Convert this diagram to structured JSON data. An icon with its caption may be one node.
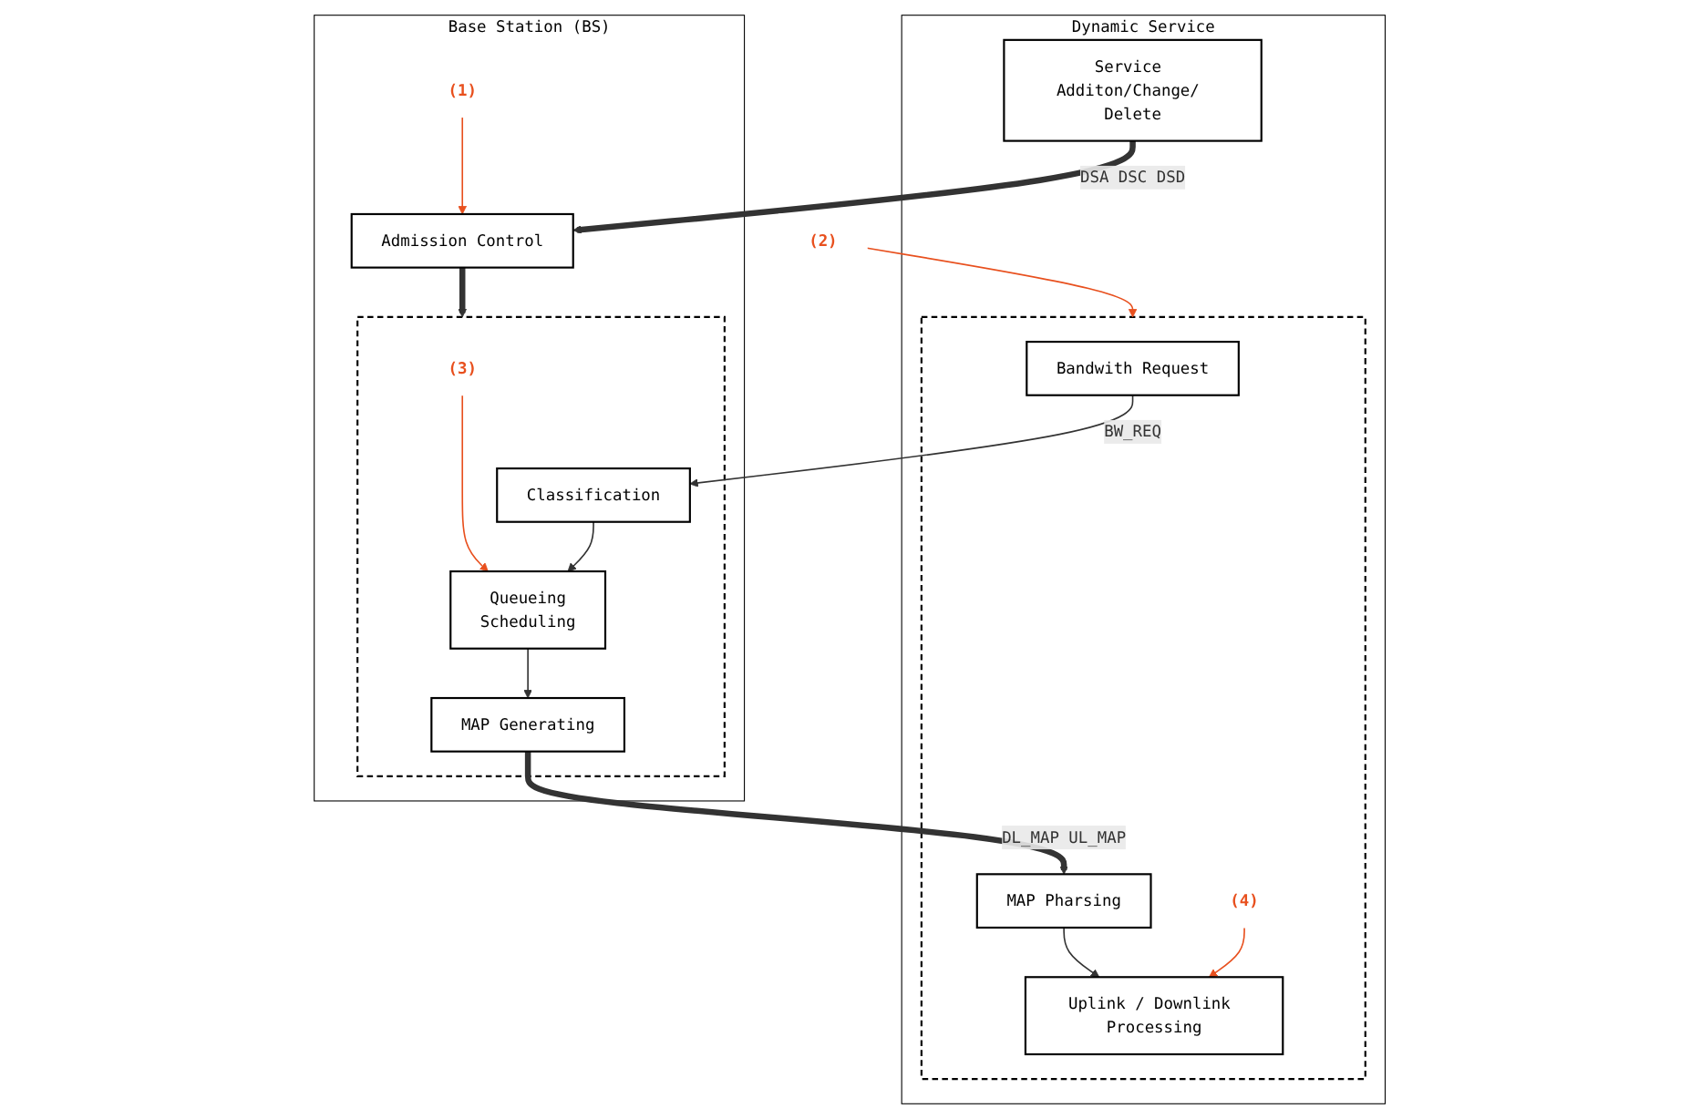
{
  "diagram": {
    "nodes": [
      {
        "text": [
          "Dynamic Service"
        ]
      },
      {
        "text": [
          "Service Additon/Change/ Delete"
        ],
        "in": 0
      },
      {
        "text": [],
        "shape": "box",
        "in": 0
      },
      {
        "text": [
          "Bandwith Request"
        ],
        "in": 2
      },
      {
        "text": [
          "MAP Pharsing"
        ],
        "in": 2
      },
      {
        "text": [
          "Uplink / Downlink Processing"
        ],
        "in": 2
      },
      {
        "text": [
          "Base Station (BS)"
        ]
      },
      {
        "text": [
          "Admission Control"
        ],
        "in": 6
      },
      {
        "text": [],
        "shape": "box",
        "in": 6
      },
      {
        "text": [
          "Classification"
        ],
        "in": 8
      },
      {
        "text": [
          "Queueing",
          "Scheduling"
        ],
        "in": 8
      },
      {
        "text": [
          "MAP Generating"
        ],
        "in": 8
      },
      {
        "text": [
          "(1)"
        ],
        "in": 6
      },
      {
        "text": [
          "(2)"
        ]
      },
      {
        "text": [
          "(3)"
        ],
        "in": 8
      },
      {
        "text": [
          "(4)"
        ],
        "in": 2
      }
    ],
    "edges": [
      {
        "from": 1,
        "to": 7,
        "arrow": "to",
        "label": "DSA DSC DSD",
        "style": "thick"
      },
      {
        "from": 7,
        "to": 8,
        "arrow": "to",
        "style": "thick"
      },
      {
        "from": 3,
        "to": 9,
        "arrow": "to",
        "label": "BW_REQ"
      },
      {
        "from": 9,
        "to": 10,
        "arrow": "to"
      },
      {
        "from": 10,
        "to": 11,
        "arrow": "to"
      },
      {
        "from": 11,
        "to": 4,
        "arrow": "to",
        "label": "DL_MAP UL_MAP",
        "style": "thick"
      },
      {
        "from": 4,
        "to": 5,
        "arrow": "to"
      },
      {
        "from": 12,
        "to": 7,
        "arrow": "to",
        "color": "#e8501e"
      },
      {
        "from": 13,
        "to": 2,
        "arrow": "to",
        "color": "#e8501e"
      },
      {
        "from": 14,
        "to": 10,
        "arrow": "to",
        "color": "#e8501e"
      },
      {
        "from": 15,
        "to": 5,
        "arrow": "to",
        "color": "#e8501e"
      }
    ]
  }
}
